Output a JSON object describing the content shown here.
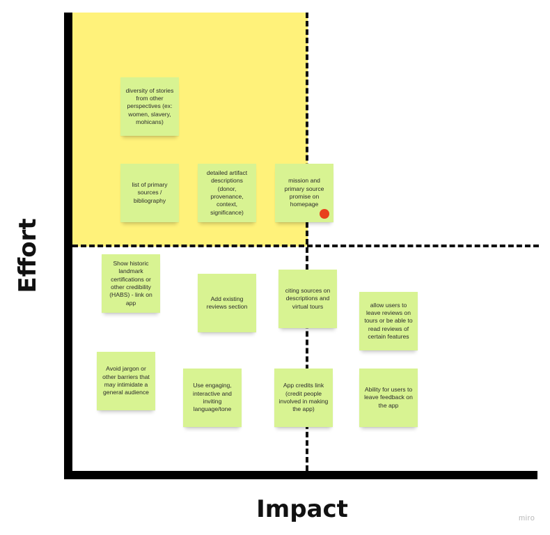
{
  "axes": {
    "y_label": "Effort",
    "x_label": "Impact"
  },
  "watermark": "miro",
  "colors": {
    "highlight_quadrant": "#fff27a",
    "sticky_note": "#d8f392",
    "axis": "#000000",
    "vote_dot": "#e8401d"
  },
  "notes": [
    {
      "text": "diversity of stories from other perspectives (ex: women, slavery, mohicans)"
    },
    {
      "text": "list of primary sources / bibliography"
    },
    {
      "text": "detailed artifact descriptions (donor, provenance, context, significance)"
    },
    {
      "text": "mission and primary source promise on homepage"
    },
    {
      "text": "Show historic landmark certifications or other credibility (HABS) - link on app"
    },
    {
      "text": "Add existing reviews section"
    },
    {
      "text": "citing sources on descriptions and virtual tours"
    },
    {
      "text": "allow users to leave reviews on tours or be able to read reviews of certain features"
    },
    {
      "text": "Avoid jargon or other barriers that may intimidate a general audience"
    },
    {
      "text": "Use engaging, interactive and inviting language/tone"
    },
    {
      "text": "App credits link (credit people involved in making the app)"
    },
    {
      "text": "Ability for users to leave feedback on the app"
    }
  ]
}
